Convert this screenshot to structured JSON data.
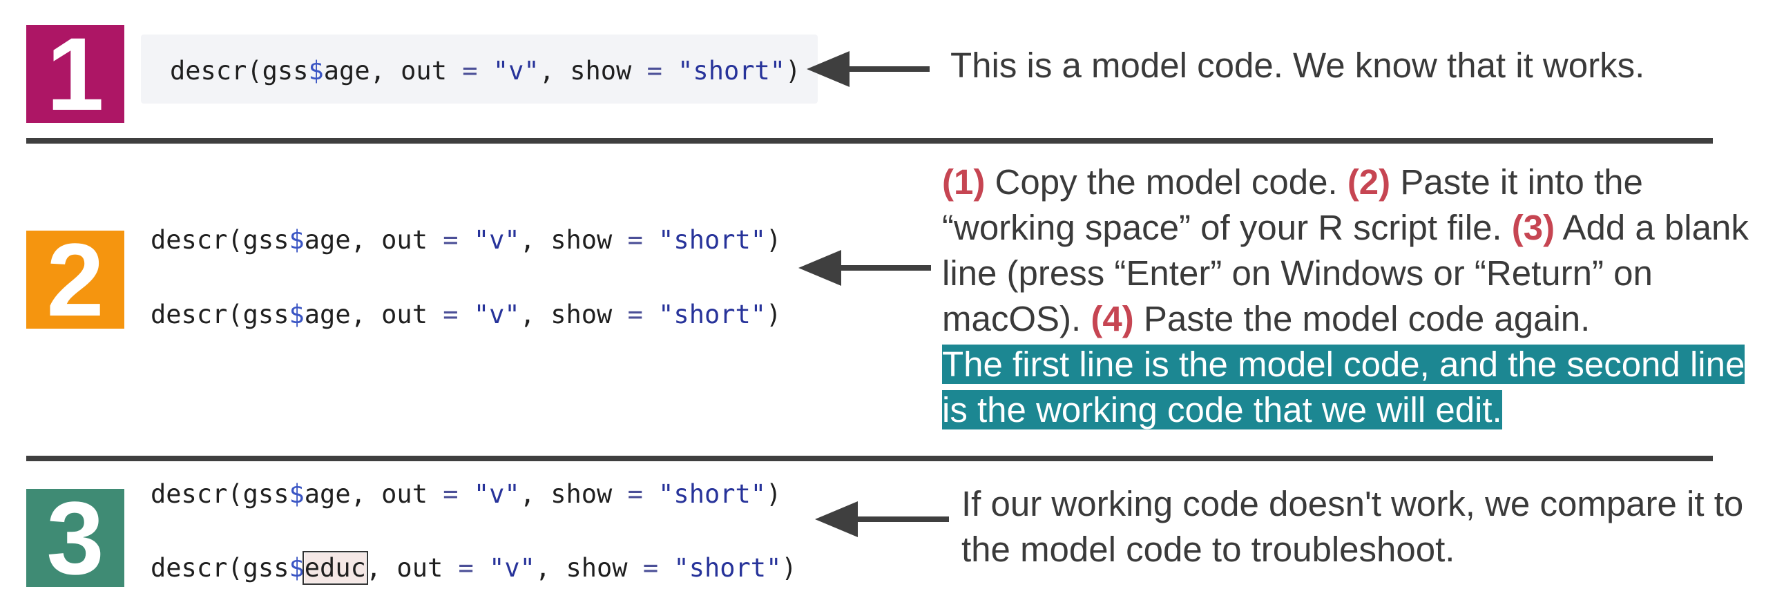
{
  "colors": {
    "step1": "#ad1665",
    "step2": "#f5950f",
    "step3": "#3f8b74",
    "accent_red": "#c64552",
    "teal": "#1c8792"
  },
  "steps": [
    {
      "number": "1",
      "code_lines": [
        {
          "func": "descr(gss",
          "dollar": "$",
          "var": "age",
          "rest1": ", out ",
          "eq1": "=",
          "s1": "\"v\"",
          "rest2": ", show ",
          "eq2": "=",
          "s2": "\"short\"",
          "close": ")"
        }
      ],
      "description": "This is a model code. We know that it works."
    },
    {
      "number": "2",
      "code_lines": [
        {
          "func": "descr(gss",
          "dollar": "$",
          "var": "age",
          "rest1": ", out ",
          "eq1": "=",
          "s1": "\"v\"",
          "rest2": ", show ",
          "eq2": "=",
          "s2": "\"short\"",
          "close": ")"
        },
        {
          "func": "descr(gss",
          "dollar": "$",
          "var": "age",
          "rest1": ", out ",
          "eq1": "=",
          "s1": "\"v\"",
          "rest2": ", show ",
          "eq2": "=",
          "s2": "\"short\"",
          "close": ")"
        }
      ],
      "description_parts": {
        "n1": "(1)",
        "t1": " Copy the model code. ",
        "n2": "(2)",
        "t2": " Paste it into the “working space” of your R script file. ",
        "n3": "(3)",
        "t3": " Add a blank line (press “Enter” on Windows or “Return” on macOS). ",
        "n4": "(4)",
        "t4": " Paste the model code again.",
        "highlight": "The first line is the model code, and the second line is the working code that we will edit."
      }
    },
    {
      "number": "3",
      "code_lines": [
        {
          "func": "descr(gss",
          "dollar": "$",
          "var": "age",
          "rest1": ", out ",
          "eq1": "=",
          "s1": "\"v\"",
          "rest2": ", show ",
          "eq2": "=",
          "s2": "\"short\"",
          "close": ")"
        },
        {
          "func": "descr(gss",
          "dollar": "$",
          "var": "educ",
          "rest1": ", out ",
          "eq1": "=",
          "s1": "\"v\"",
          "rest2": ", show ",
          "eq2": "=",
          "s2": "\"short\"",
          "close": ")"
        }
      ],
      "description": "If our working code doesn't work, we compare it to the model code to troubleshoot."
    }
  ]
}
